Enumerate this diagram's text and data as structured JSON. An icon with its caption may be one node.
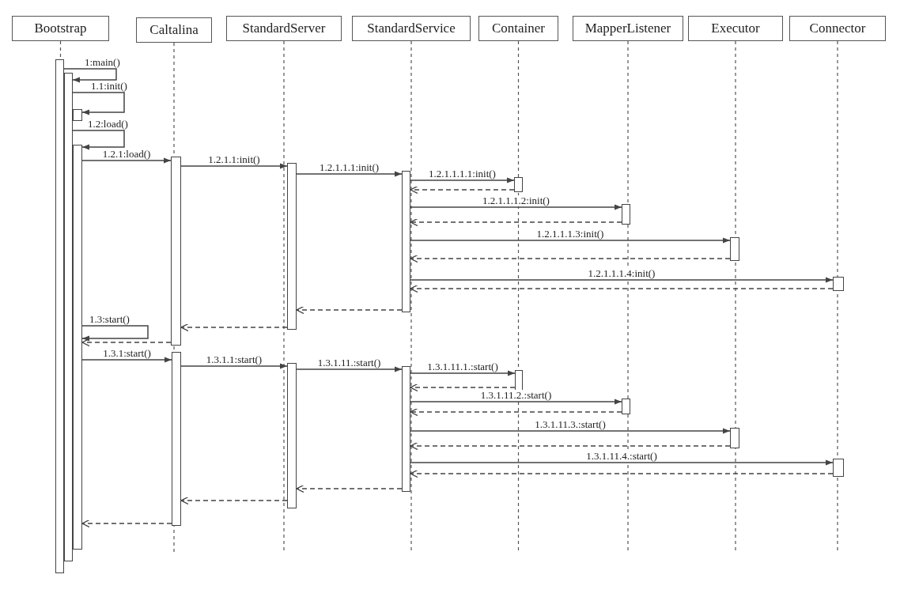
{
  "diagram": {
    "nodes": [
      {
        "text": [
          "Bootstrap"
        ]
      },
      {
        "text": [
          "Caltalina"
        ]
      },
      {
        "text": [
          "StandardServer"
        ]
      },
      {
        "text": [
          "StandardService"
        ]
      },
      {
        "text": [
          "Container"
        ]
      },
      {
        "text": [
          "MapperListener"
        ]
      },
      {
        "text": [
          "Executor"
        ]
      },
      {
        "text": [
          "Connector"
        ]
      },
      {
        "text": [],
        "shape": "bar"
      },
      {
        "text": [],
        "shape": "bar"
      },
      {
        "text": [],
        "shape": "bar"
      },
      {
        "text": [],
        "shape": "bar"
      },
      {
        "text": [],
        "shape": "bar"
      },
      {
        "text": [],
        "shape": "bar"
      },
      {
        "text": [],
        "shape": "bar"
      },
      {
        "text": [],
        "shape": "bar"
      },
      {
        "text": [],
        "shape": "bar"
      },
      {
        "text": [],
        "shape": "bar"
      },
      {
        "text": [],
        "shape": "bar"
      },
      {
        "text": [],
        "shape": "bar"
      },
      {
        "text": [],
        "shape": "bar"
      },
      {
        "text": [],
        "shape": "bar"
      },
      {
        "text": [],
        "shape": "bar"
      },
      {
        "text": [],
        "shape": "bar"
      },
      {
        "text": [],
        "shape": "bar"
      },
      {
        "text": [],
        "shape": "bar"
      }
    ],
    "edges": [
      {
        "from": 8,
        "to": 9,
        "arrow": "to",
        "label": "1:main()"
      },
      {
        "from": 9,
        "to": 10,
        "arrow": "to",
        "label": "1.1:init()"
      },
      {
        "from": 9,
        "to": 11,
        "arrow": "to",
        "label": "1.2:load()"
      },
      {
        "from": 11,
        "to": 12,
        "arrow": "to",
        "label": "1.2.1:load()"
      },
      {
        "from": 12,
        "to": 13,
        "arrow": "to",
        "label": "1.2.1.1:init()"
      },
      {
        "from": 13,
        "to": 14,
        "arrow": "to",
        "label": "1.2.1.1.1:init()"
      },
      {
        "from": 14,
        "to": 15,
        "arrow": "to",
        "label": "1.2.1.1.1.1:init()"
      },
      {
        "from": 15,
        "to": 14,
        "arrow": "to",
        "style": "dashed"
      },
      {
        "from": 14,
        "to": 16,
        "arrow": "to",
        "label": "1.2.1.1.1.2:init()"
      },
      {
        "from": 16,
        "to": 14,
        "arrow": "to",
        "style": "dashed"
      },
      {
        "from": 14,
        "to": 17,
        "arrow": "to",
        "label": "1.2.1.1.1.3:init()"
      },
      {
        "from": 17,
        "to": 14,
        "arrow": "to",
        "style": "dashed"
      },
      {
        "from": 14,
        "to": 18,
        "arrow": "to",
        "label": "1.2.1.1.1.4:init()"
      },
      {
        "from": 18,
        "to": 14,
        "arrow": "to",
        "style": "dashed"
      },
      {
        "from": 14,
        "to": 13,
        "arrow": "to",
        "style": "dashed"
      },
      {
        "from": 13,
        "to": 12,
        "arrow": "to",
        "style": "dashed"
      },
      {
        "from": 12,
        "to": 11,
        "arrow": "to",
        "style": "dashed"
      },
      {
        "from": 11,
        "to": 11,
        "arrow": "to",
        "label": "1.3:start()"
      },
      {
        "from": 11,
        "to": 19,
        "arrow": "to",
        "label": "1.3.1:start()"
      },
      {
        "from": 19,
        "to": 20,
        "arrow": "to",
        "label": "1.3.1.1:start()"
      },
      {
        "from": 20,
        "to": 21,
        "arrow": "to",
        "label": "1.3.1.11.:start()"
      },
      {
        "from": 21,
        "to": 22,
        "arrow": "to",
        "label": "1.3.1.11.1.:start()"
      },
      {
        "from": 22,
        "to": 21,
        "arrow": "to",
        "style": "dashed"
      },
      {
        "from": 21,
        "to": 23,
        "arrow": "to",
        "label": "1.3.1.11.2.:start()"
      },
      {
        "from": 23,
        "to": 21,
        "arrow": "to",
        "style": "dashed"
      },
      {
        "from": 21,
        "to": 24,
        "arrow": "to",
        "label": "1.3.1.11.3.:start()"
      },
      {
        "from": 24,
        "to": 21,
        "arrow": "to",
        "style": "dashed"
      },
      {
        "from": 21,
        "to": 25,
        "arrow": "to",
        "label": "1.3.1.11.4.:start()"
      },
      {
        "from": 25,
        "to": 21,
        "arrow": "to",
        "style": "dashed"
      },
      {
        "from": 21,
        "to": 20,
        "arrow": "to",
        "style": "dashed"
      },
      {
        "from": 20,
        "to": 19,
        "arrow": "to",
        "style": "dashed"
      },
      {
        "from": 19,
        "to": 11,
        "arrow": "to",
        "style": "dashed"
      }
    ]
  }
}
